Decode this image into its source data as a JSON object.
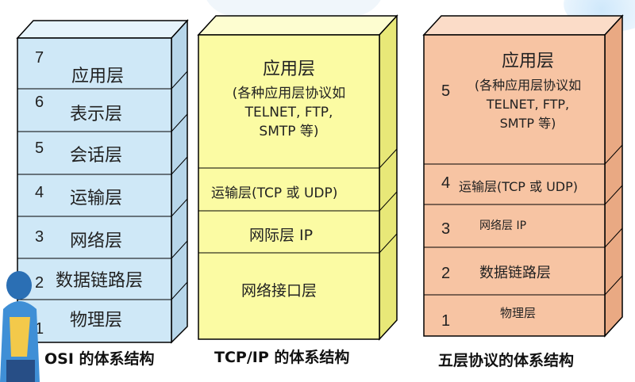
{
  "osi": {
    "caption": "OSI 的体系结构",
    "layers": [
      {
        "num": "7",
        "name": "应用层"
      },
      {
        "num": "6",
        "name": "表示层"
      },
      {
        "num": "5",
        "name": "会话层"
      },
      {
        "num": "4",
        "name": "运输层"
      },
      {
        "num": "3",
        "name": "网络层"
      },
      {
        "num": "2",
        "name": "数据链路层"
      },
      {
        "num": "1",
        "name": "物理层"
      }
    ]
  },
  "tcpip": {
    "caption": "TCP/IP 的体系结构",
    "application": {
      "title": "应用层",
      "line1": "(各种应用层协议如",
      "line2": "TELNET, FTP,",
      "line3": "SMTP 等)"
    },
    "transport": "运输层(TCP 或 UDP)",
    "internet": "网际层 IP",
    "network_interface": "网络接口层"
  },
  "five_layer": {
    "caption": "五层协议的体系结构",
    "application": {
      "num": "5",
      "title": "应用层",
      "line1": "(各种应用层协议如",
      "line2": "TELNET, FTP,",
      "line3": "SMTP 等)"
    },
    "transport": {
      "num": "4",
      "name": "运输层(TCP 或 UDP)"
    },
    "network": {
      "num": "3",
      "name": "网络层 IP"
    },
    "datalink": {
      "num": "2",
      "name": "数据链路层"
    },
    "physical": {
      "num": "1",
      "name": "物理层"
    }
  },
  "colors": {
    "osi_front": "#cfe8f7",
    "tcpip_front": "#fbfba3",
    "five_front": "#f7c4a3"
  }
}
